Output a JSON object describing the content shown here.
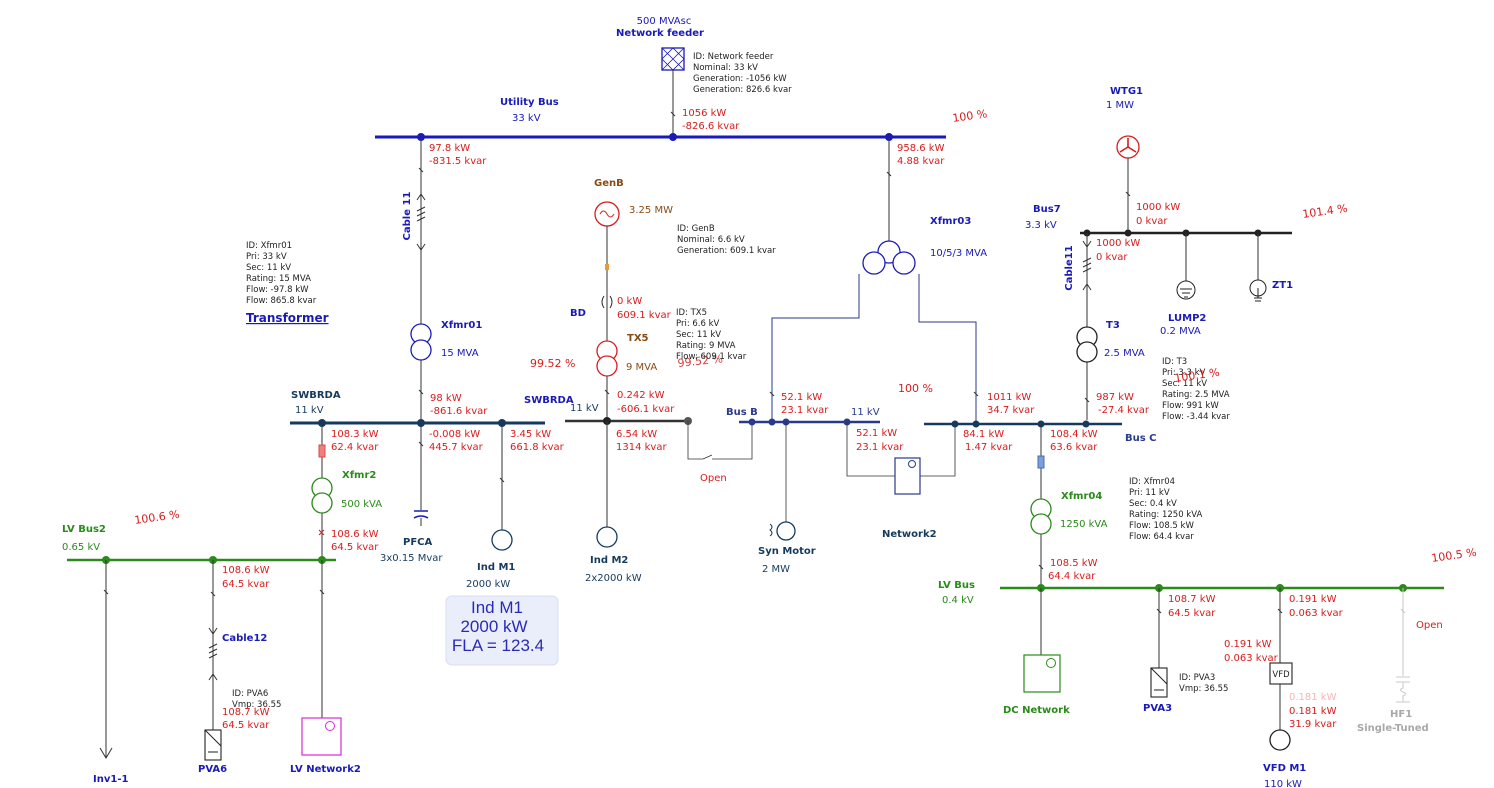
{
  "feeder": {
    "rating": "500 MVAsc",
    "name": "Network feeder",
    "flow_kw": "1056 kW",
    "flow_kvar": "-826.6 kvar",
    "info": [
      "ID:  Network feeder",
      "Nominal:  33  kV",
      "Generation:  -1056  kW",
      "Generation:  826.6  kvar"
    ]
  },
  "utility_bus": {
    "name": "Utility Bus",
    "kv": "33 kV",
    "pct": "100 %"
  },
  "cable11_branch": {
    "kw": "97.8 kW",
    "kvar": "-831.5 kvar",
    "cable_name": "Cable 11"
  },
  "xfmr03_branch": {
    "kw": "958.6 kW",
    "kvar": "4.88 kvar",
    "name": "Xfmr03",
    "rating": "10/5/3 MVA"
  },
  "xfmr01": {
    "name": "Xfmr01",
    "rating": "15 MVA",
    "link": "Transformer",
    "info": [
      "ID:  Xfmr01",
      "Pri:  33  kV",
      "Sec:  11  kV",
      "Rating:  15  MVA",
      "Flow:  -97.8  kW",
      "Flow:  865.8  kvar"
    ]
  },
  "genb": {
    "name": "GenB",
    "rating": "3.25 MW",
    "info": [
      "ID:  GenB",
      "Nominal:  6.6  kV",
      "Generation:  609.1  kvar"
    ],
    "kw": "0 kW",
    "kvar": "609.1 kvar",
    "breaker": "BD"
  },
  "tx5": {
    "name": "TX5",
    "rating": "9 MVA",
    "pct_left": "99.52 %",
    "pct_over": "99.52 %",
    "info": [
      "ID:  TX5",
      "Pri:  6.6  kV",
      "Sec:  11  kV",
      "Rating:  9  MVA",
      "Flow:  609.1  kvar"
    ]
  },
  "swbrda_left": {
    "name": "SWBRDA",
    "kv": "11 kV"
  },
  "swbrda_mid": {
    "name": "SWBRDA",
    "kv": "11 kV"
  },
  "xfmr01_sec": {
    "kw": "98 kW",
    "kvar": "-861.6 kvar"
  },
  "xfmr2_branch": {
    "kw": "108.3 kW",
    "kvar": "62.4 kvar"
  },
  "pfca_branch": {
    "kw": "-0.008 kW",
    "kvar": "445.7 kvar"
  },
  "indm1_branch": {
    "kw": "3.45 kW",
    "kvar": "661.8 kvar"
  },
  "tx5_sec": {
    "kw": "0.242 kW",
    "kvar": "-606.1 kvar"
  },
  "indm2_branch": {
    "kw": "6.54 kW",
    "kvar": "1314 kvar"
  },
  "open_tie": {
    "label": "Open"
  },
  "busb": {
    "name": "Bus B",
    "kv": "11 kV",
    "pct": "100 %",
    "in_kw": "52.1 kW",
    "in_kvar": "23.1 kvar",
    "net_kw": "52.1 kW",
    "net_kvar": "23.1 kvar"
  },
  "busc": {
    "name": "Bus C",
    "in_kw": "1011 kW",
    "in_kvar": "34.7 kvar",
    "net_kw": "84.1 kW",
    "net_kvar": "1.47 kvar",
    "x04_kw": "108.4 kW",
    "x04_kvar": "63.6 kvar",
    "t3_kw": "987 kW",
    "t3_kvar": "-27.4 kvar"
  },
  "network2": {
    "name": "Network2"
  },
  "syn_motor": {
    "name": "Syn Motor",
    "rating": "2 MW"
  },
  "pfca": {
    "name": "PFCA",
    "rating": "3x0.15 Mvar"
  },
  "indm1": {
    "name": "Ind M1",
    "rating": "2000 kW"
  },
  "indm2": {
    "name": "Ind M2",
    "rating": "2x2000 kW"
  },
  "annotation": {
    "line1": "Ind M1",
    "line2": "2000 kW",
    "line3": "FLA = 123.4"
  },
  "xfmr2": {
    "name": "Xfmr2",
    "rating": "500 kVA",
    "sec_kw": "108.6 kW",
    "sec_kvar": "64.5 kvar"
  },
  "lvbus2": {
    "name": "LV Bus2",
    "kv": "0.65 kV",
    "pct": "100.6 %"
  },
  "cable12": {
    "name": "Cable12",
    "kw": "108.6 kW",
    "kvar": "64.5 kvar"
  },
  "pva6": {
    "name": "PVA6",
    "kw": "108.7 kW",
    "kvar": "64.5 kvar",
    "info": [
      "ID:  PVA6",
      "Vmp:  36.55"
    ]
  },
  "inv1": {
    "name": "Inv1-1"
  },
  "lvnetwork2": {
    "name": "LV Network2"
  },
  "wtg1": {
    "name": "WTG1",
    "rating": "1 MW",
    "kw": "1000 kW",
    "kvar": "0 kvar"
  },
  "bus7": {
    "name": "Bus7",
    "kv": "3.3 kV",
    "pct": "101.4 %",
    "cable_name": "Cable11",
    "kw": "1000 kW",
    "kvar": "0 kvar"
  },
  "lump2": {
    "name": "LUMP2",
    "rating": "0.2 MVA"
  },
  "zt1": {
    "name": "ZT1"
  },
  "t3": {
    "name": "T3",
    "rating": "2.5 MVA",
    "pct": "100.1 %",
    "info": [
      "ID:  T3",
      "Pri:  3.3  kV",
      "Sec:  11  kV",
      "Rating:  2.5  MVA",
      "Flow:  991  kW",
      "Flow:  -3.44  kvar"
    ]
  },
  "xfmr04": {
    "name": "Xfmr04",
    "rating": "1250 kVA",
    "sec_kw": "108.5 kW",
    "sec_kvar": "64.4 kvar",
    "info": [
      "ID:  Xfmr04",
      "Pri:  11  kV",
      "Sec:  0.4  kV",
      "Rating:  1250  kVA",
      "Flow:  108.5  kW",
      "Flow:  64.4  kvar"
    ]
  },
  "lvbus": {
    "name": "LV Bus",
    "kv": "0.4 kV",
    "pct": "100.5 %"
  },
  "dcnetwork": {
    "name": "DC Network"
  },
  "pva3": {
    "name": "PVA3",
    "kw": "108.7 kW",
    "kvar": "64.5 kvar",
    "info": [
      "ID:  PVA3",
      "Vmp:  36.55"
    ]
  },
  "vfd": {
    "label": "VFD",
    "in_kw": "0.191 kW",
    "in_kvar": "0.063 kvar",
    "mid_kw": "0.191 kW",
    "mid_kvar": "0.063 kvar",
    "out_kw_faint": "0.181 kW",
    "out_kw": "0.181 kW",
    "out_kvar": "31.9 kvar"
  },
  "vfdm1": {
    "name": "VFD M1",
    "rating": "110 kW"
  },
  "hf1": {
    "name": "HF1",
    "type": "Single-Tuned",
    "open": "Open"
  }
}
